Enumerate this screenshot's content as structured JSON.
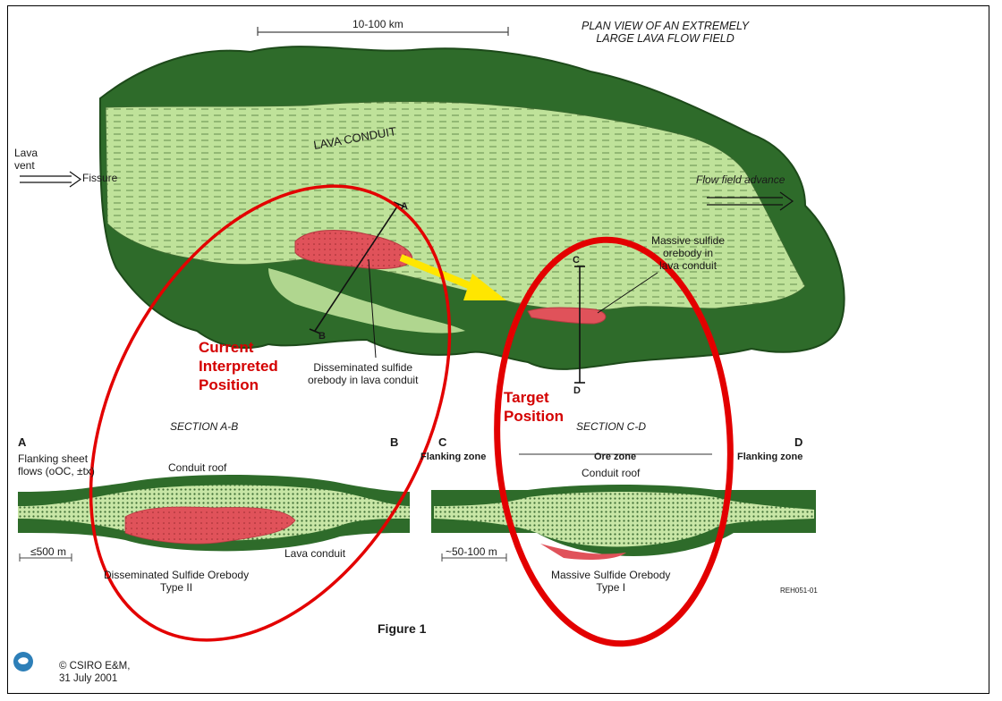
{
  "colors": {
    "dark_green": "#2e6b2a",
    "light_green": "#bfe29a",
    "orebody_red": "#e0525a",
    "annotation_red": "#e30000",
    "arrow_yellow": "#ffe600"
  },
  "plan_view": {
    "title": "PLAN VIEW OF AN EXTREMELY\nLARGE LAVA FLOW FIELD",
    "scale": "10-100 km",
    "lava_vent": "Lava\nvent",
    "fissure": "Fissure",
    "conduit": "LAVA CONDUIT",
    "flow_advance": "Flow field advance",
    "massive_label": "Massive sulfide\norebody in\nlava conduit",
    "disseminated_label": "Disseminated sulfide\norebody in lava conduit",
    "point_a": "A",
    "point_b": "B",
    "point_c": "C",
    "point_d": "D"
  },
  "annotations": {
    "current": "Current\nInterpreted\nPosition",
    "target": "Target\nPosition"
  },
  "section_ab": {
    "title": "SECTION A-B",
    "left_end": "A",
    "right_end": "B",
    "flanking": "Flanking sheet\nflows (oOC, ±tx)",
    "roof": "Conduit roof",
    "scale": "≤500 m",
    "conduit": "Lava conduit",
    "orebody": "Disseminated Sulfide Orebody\nType II"
  },
  "section_cd": {
    "title": "SECTION C-D",
    "left_end": "C",
    "right_end": "D",
    "flank_left": "Flanking zone",
    "ore_zone": "Ore zone",
    "flank_right": "Flanking zone",
    "roof": "Conduit roof",
    "scale": "~50-100 m",
    "orebody": "Massive Sulfide Orebody\nType I",
    "code": "REH051-01"
  },
  "figure_label": "Figure 1",
  "credit": {
    "org": "© CSIRO E&M,",
    "date": "31 July 2001"
  }
}
